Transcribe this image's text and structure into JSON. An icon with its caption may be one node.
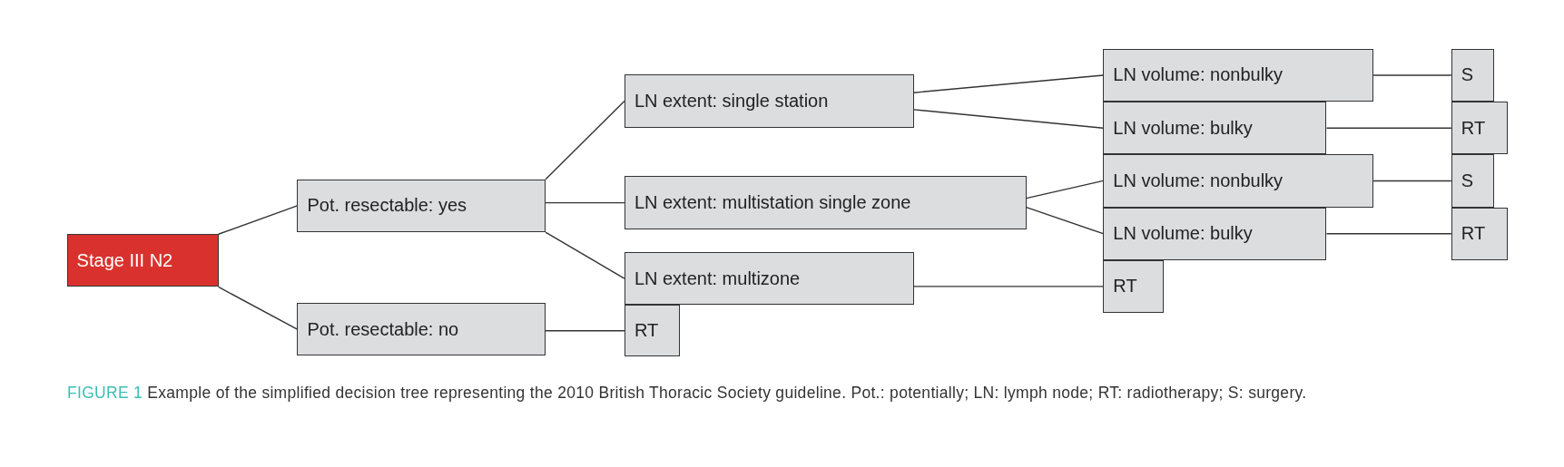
{
  "diagram": {
    "caption": "Example of the simplified decision tree representing the 2010 British Thoracic Society guideline. Pot.: potentially; LN: lymph node; RT: radiotherapy; S: surgery.",
    "nodes": [
      {
        "text": [
          "Stage III N2"
        ]
      },
      {
        "text": [
          "Pot. resectable: yes"
        ]
      },
      {
        "text": [
          "Pot. resectable: no"
        ]
      },
      {
        "text": [
          "LN extent: single station"
        ]
      },
      {
        "text": [
          "LN extent: multistation single zone"
        ]
      },
      {
        "text": [
          "LN extent: multizone"
        ]
      },
      {
        "text": [
          "RT"
        ]
      },
      {
        "text": [
          "LN volume: nonbulky"
        ]
      },
      {
        "text": [
          "LN volume: bulky"
        ]
      },
      {
        "text": [
          "LN volume: nonbulky"
        ]
      },
      {
        "text": [
          "LN volume: bulky"
        ]
      },
      {
        "text": [
          "RT"
        ]
      },
      {
        "text": [
          "S"
        ]
      },
      {
        "text": [
          "RT"
        ]
      },
      {
        "text": [
          "S"
        ]
      },
      {
        "text": [
          "RT"
        ]
      }
    ],
    "edges": [
      {
        "from": 0,
        "to": 1,
        "arrow": "none"
      },
      {
        "from": 0,
        "to": 2,
        "arrow": "none"
      },
      {
        "from": 1,
        "to": 3,
        "arrow": "none"
      },
      {
        "from": 1,
        "to": 4,
        "arrow": "none"
      },
      {
        "from": 1,
        "to": 5,
        "arrow": "none"
      },
      {
        "from": 2,
        "to": 6,
        "arrow": "none"
      },
      {
        "from": 3,
        "to": 7,
        "arrow": "none"
      },
      {
        "from": 3,
        "to": 8,
        "arrow": "none"
      },
      {
        "from": 4,
        "to": 9,
        "arrow": "none"
      },
      {
        "from": 4,
        "to": 10,
        "arrow": "none"
      },
      {
        "from": 5,
        "to": 11,
        "arrow": "none"
      },
      {
        "from": 7,
        "to": 12,
        "arrow": "none"
      },
      {
        "from": 8,
        "to": 13,
        "arrow": "none"
      },
      {
        "from": 9,
        "to": 14,
        "arrow": "none"
      },
      {
        "from": 10,
        "to": 15,
        "arrow": "none"
      }
    ],
    "labels": [
      "FIGURE 1"
    ]
  }
}
